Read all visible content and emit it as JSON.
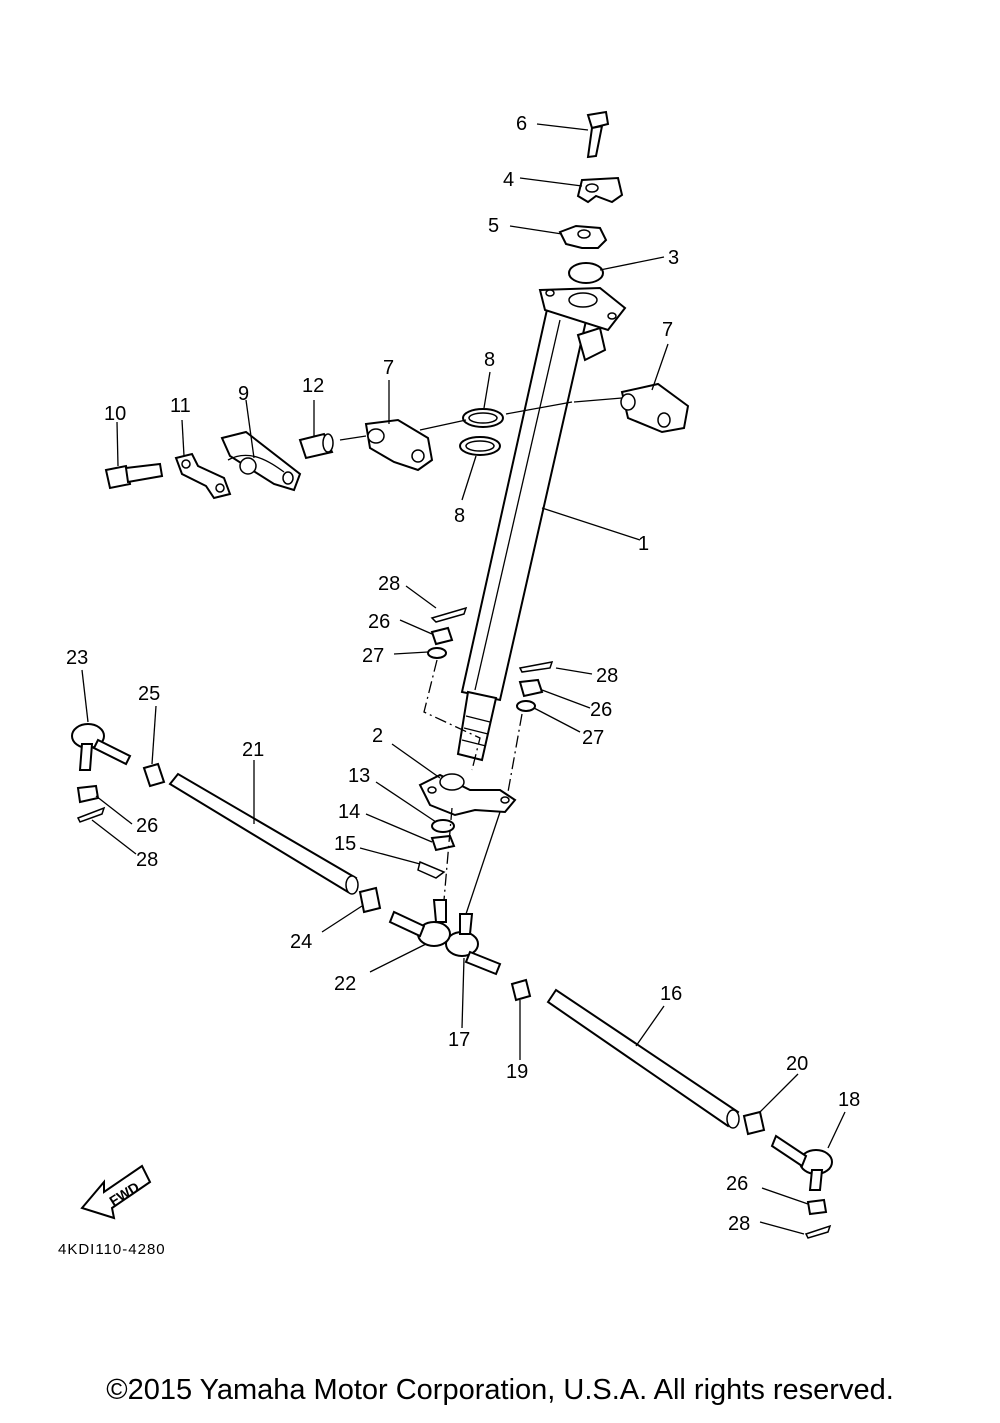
{
  "diagram": {
    "callouts": [
      "1",
      "2",
      "3",
      "4",
      "5",
      "6",
      "7",
      "7",
      "8",
      "8",
      "9",
      "10",
      "11",
      "12",
      "13",
      "14",
      "15",
      "16",
      "17",
      "18",
      "19",
      "20",
      "21",
      "22",
      "23",
      "24",
      "25",
      "26",
      "26",
      "26",
      "26",
      "27",
      "27",
      "28",
      "28",
      "28",
      "28"
    ],
    "drawing_code": "4KDI110-4280",
    "fwd_label": "FWD"
  },
  "footer": {
    "copyright": "©2015 Yamaha Motor Corporation, U.S.A. All rights reserved."
  }
}
